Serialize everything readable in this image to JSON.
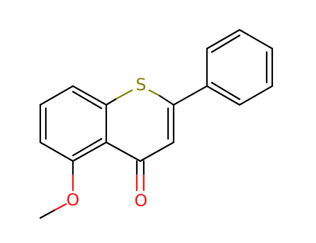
{
  "molecule": {
    "atoms": {
      "sulfur": {
        "symbol": "S",
        "color": "#808000"
      },
      "carbonyl_oxygen": {
        "symbol": "O",
        "color": "#ff0d0d"
      },
      "methoxy_oxygen": {
        "symbol": "O",
        "color": "#ff0d0d"
      }
    },
    "bond_color": "#000000",
    "background": "#ffffff"
  }
}
